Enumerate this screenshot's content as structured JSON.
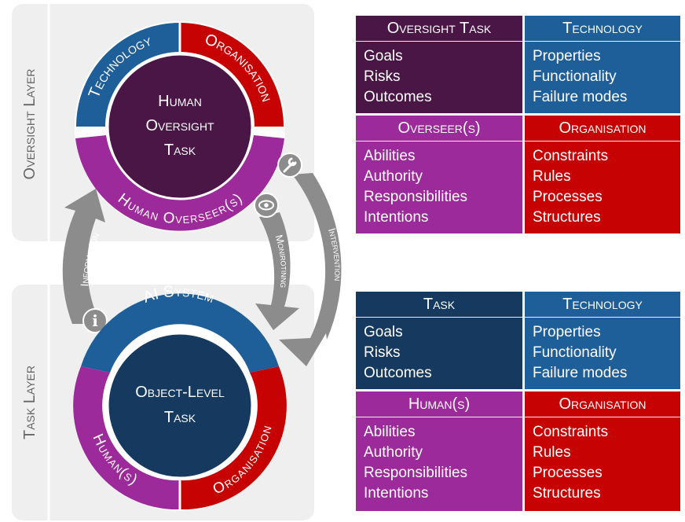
{
  "layers": {
    "oversight": "Oversight Layer",
    "task": "Task Layer"
  },
  "oversight_ring": {
    "center": [
      "Human",
      "Oversight",
      "Task"
    ],
    "technology": "Technology",
    "organisation": "Organisation",
    "overseers": "Human Overseer(s)"
  },
  "task_ring": {
    "center": [
      "Object-Level",
      "Task"
    ],
    "ai_system": "AI System",
    "humans": "Human(s)",
    "organisation": "Organisation"
  },
  "arrows": {
    "information": "Information",
    "monitoring": "Monirotinng",
    "intervention": "Intervention"
  },
  "icons": {
    "information": "info-icon",
    "monitoring": "eye-icon",
    "intervention": "wrench-icon"
  },
  "colors": {
    "purple_dark": "#4a1646",
    "purple": "#9d2a9a",
    "blue": "#1f5f99",
    "navy": "#163a5f",
    "red": "#c60202",
    "gray_arrow": "#8c8c8c",
    "panel": "#efefef"
  },
  "tables": {
    "oversight": {
      "task": {
        "title": "Oversight Task",
        "items": [
          "Goals",
          "Risks",
          "Outcomes"
        ]
      },
      "technology": {
        "title": "Technology",
        "items": [
          "Properties",
          "Functionality",
          "Failure modes"
        ]
      },
      "overseers": {
        "title": "Overseer(s)",
        "items": [
          "Abilities",
          "Authority",
          "Responsibilities",
          "Intentions"
        ]
      },
      "organisation": {
        "title": "Organisation",
        "items": [
          "Constraints",
          "Rules",
          "Processes",
          "Structures"
        ]
      }
    },
    "task": {
      "task": {
        "title": "Task",
        "items": [
          "Goals",
          "Risks",
          "Outcomes"
        ]
      },
      "technology": {
        "title": "Technology",
        "items": [
          "Properties",
          "Functionality",
          "Failure modes"
        ]
      },
      "humans": {
        "title": "Human(s)",
        "items": [
          "Abilities",
          "Authority",
          "Responsibilities",
          "Intentions"
        ]
      },
      "organisation": {
        "title": "Organisation",
        "items": [
          "Constraints",
          "Rules",
          "Processes",
          "Structures"
        ]
      }
    }
  }
}
